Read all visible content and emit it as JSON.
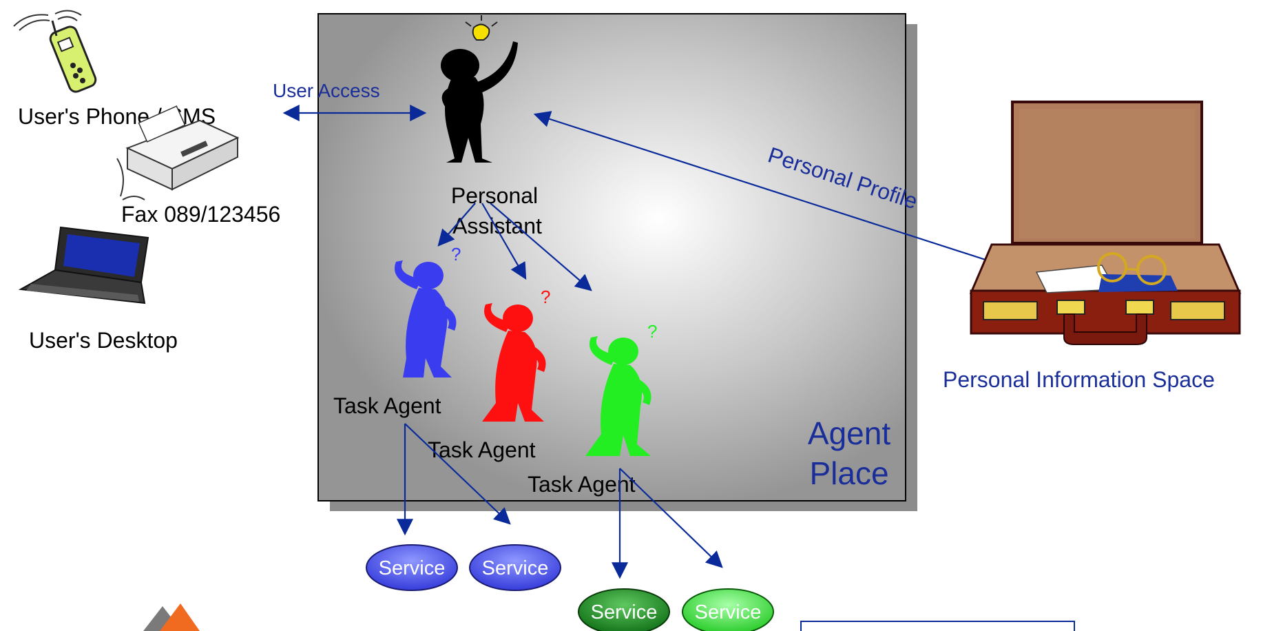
{
  "diagram": {
    "labels": {
      "phone": "User's Phone / SMS",
      "fax": "Fax 089/123456",
      "desktop": "User's Desktop",
      "user_access": "User Access",
      "personal_profile": "Personal Profile",
      "personal_assistant_line1": "Personal",
      "personal_assistant_line2": "Assistant",
      "task_agent_1": "Task Agent",
      "task_agent_2": "Task Agent",
      "task_agent_3": "Task Agent",
      "agent_place_line1": "Agent",
      "agent_place_line2": "Place",
      "personal_information_space": "Personal Information Space"
    },
    "services": [
      {
        "label": "Service",
        "color": "#3b46e8"
      },
      {
        "label": "Service",
        "color": "#3b46e8"
      },
      {
        "label": "Service",
        "color": "#118a1a"
      },
      {
        "label": "Service",
        "color": "#27d82a"
      }
    ],
    "colors": {
      "arrow": "#0a2a9a",
      "label_blue": "#1a2e9a",
      "personal_assistant": "#000000",
      "task_agent_1": "#3a3cf0",
      "task_agent_2": "#ff1010",
      "task_agent_3": "#22ee22",
      "briefcase": "#8a1f10",
      "briefcase_lid": "#b07c5c"
    },
    "icons": [
      "phone-icon",
      "fax-icon",
      "laptop-icon",
      "briefcase-icon",
      "logo-icon"
    ]
  }
}
